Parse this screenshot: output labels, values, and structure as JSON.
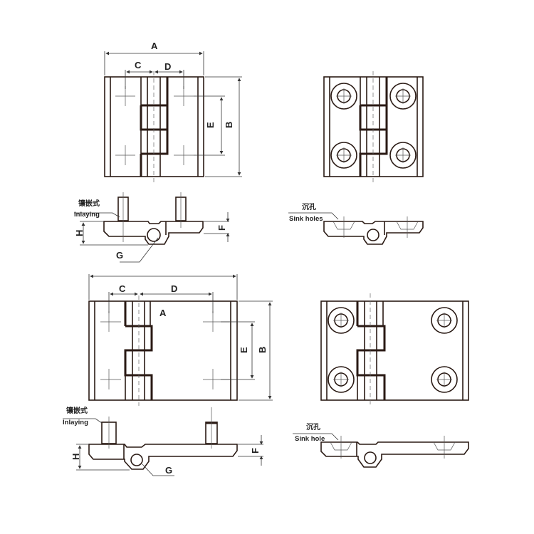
{
  "diagram": {
    "subject": "Hinge technical drawings",
    "views": [
      {
        "id": "top-left-front",
        "dimension_labels": {
          "overall_width": "A",
          "left_leaf": "C",
          "right_leaf": "D",
          "hole_spacing": "E",
          "height": "B"
        }
      },
      {
        "id": "top-left-side",
        "dimension_labels": {
          "total_height": "H",
          "leaf_thickness": "F",
          "pin": "G"
        },
        "callout_cn": "镶嵌式",
        "callout_en": "Inlaying"
      },
      {
        "id": "top-right-front",
        "holes": 4
      },
      {
        "id": "top-right-side",
        "callout_cn": "沉孔",
        "callout_en": "Sink holes"
      },
      {
        "id": "bottom-left-front",
        "dimension_labels": {
          "left_leaf": "C",
          "right_leaf": "D",
          "overall_width": "A",
          "hole_spacing": "E",
          "height": "B"
        }
      },
      {
        "id": "bottom-left-side",
        "dimension_labels": {
          "total_height": "H",
          "leaf_thickness": "F",
          "pin": "G"
        },
        "callout_cn": "镶嵌式",
        "callout_en": "Inlaying"
      },
      {
        "id": "bottom-right-front",
        "holes": 4
      },
      {
        "id": "bottom-right-side",
        "callout_cn": "沉孔",
        "callout_en": "Sink hole"
      }
    ]
  },
  "labels": {
    "A": "A",
    "B": "B",
    "C": "C",
    "D": "D",
    "E": "E",
    "F": "F",
    "G": "G",
    "H": "H",
    "inlay_cn": "镶嵌式",
    "inlay_en": "Inlaying",
    "sink_cn": "沉孔",
    "sink_holes_en": "Sink holes",
    "sink_hole_en": "Sink hole"
  }
}
